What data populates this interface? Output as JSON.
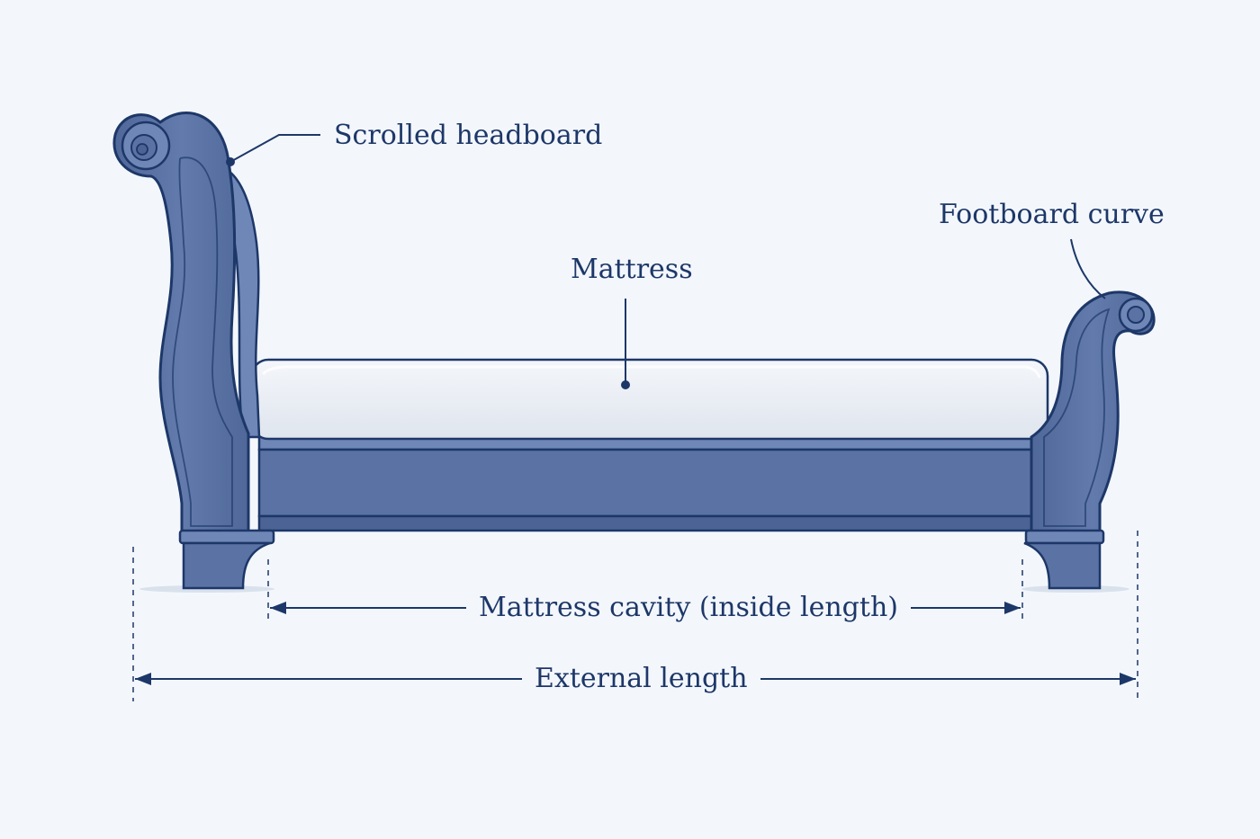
{
  "labels": {
    "headboard": "Scrolled headboard",
    "footboard": "Footboard curve",
    "mattress": "Mattress",
    "cavity": "Mattress cavity (inside length)",
    "external": "External length"
  },
  "colors": {
    "background": "#f3f7fc",
    "wood": "#5a73a4",
    "wood_light": "#7b92bf",
    "outline": "#1d3768",
    "mattress": "#e6ebf3",
    "text": "#1d3768"
  }
}
